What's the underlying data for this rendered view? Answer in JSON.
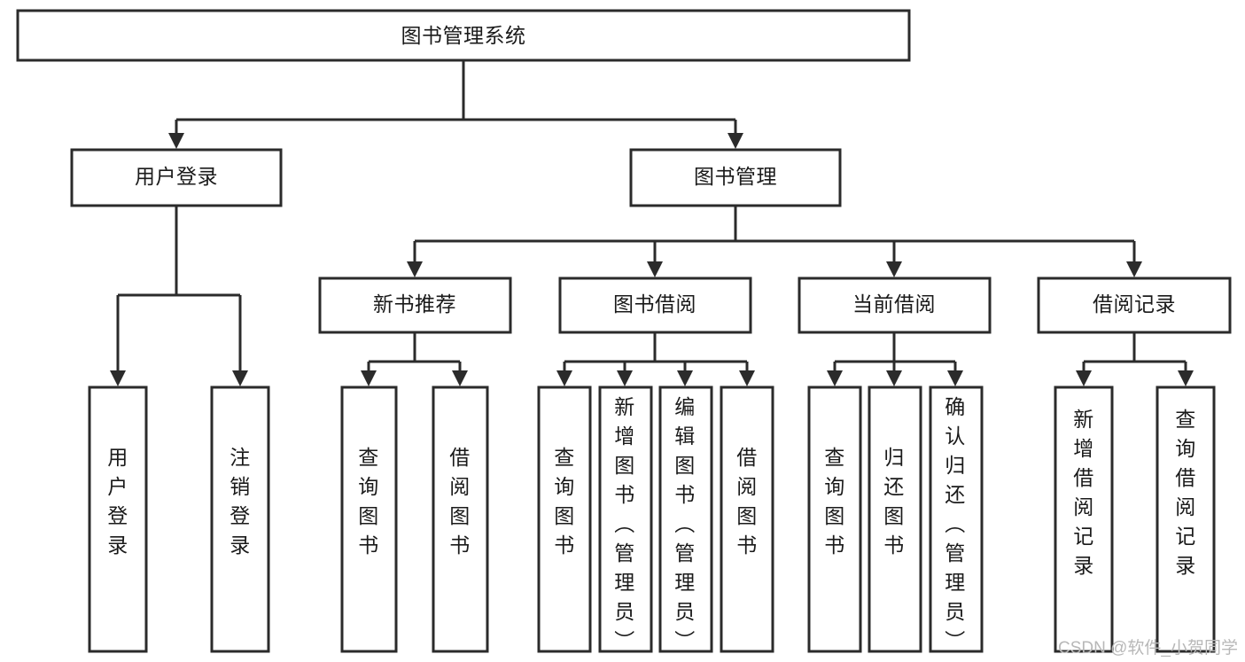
{
  "diagram": {
    "type": "tree-hierarchy-flowchart",
    "root": {
      "id": "root",
      "label": "图书管理系统"
    },
    "level2": [
      {
        "id": "user-login",
        "label": "用户登录"
      },
      {
        "id": "book-management",
        "label": "图书管理"
      }
    ],
    "level3": [
      {
        "id": "new-book-recommend",
        "label": "新书推荐",
        "parent": "book-management"
      },
      {
        "id": "book-borrow",
        "label": "图书借阅",
        "parent": "book-management"
      },
      {
        "id": "current-borrow",
        "label": "当前借阅",
        "parent": "book-management"
      },
      {
        "id": "borrow-record",
        "label": "借阅记录",
        "parent": "book-management"
      }
    ],
    "leaves": [
      {
        "id": "leaf-user-login",
        "label": "用户登录",
        "parent": "user-login"
      },
      {
        "id": "leaf-logout-login",
        "label": "注销登录",
        "parent": "user-login"
      },
      {
        "id": "leaf-query-book-1",
        "label": "查询图书",
        "parent": "new-book-recommend"
      },
      {
        "id": "leaf-borrow-book-1",
        "label": "借阅图书",
        "parent": "new-book-recommend"
      },
      {
        "id": "leaf-query-book-2",
        "label": "查询图书",
        "parent": "book-borrow"
      },
      {
        "id": "leaf-add-book",
        "label": "新增图书（管理员）",
        "parent": "book-borrow"
      },
      {
        "id": "leaf-edit-book",
        "label": "编辑图书（管理员）",
        "parent": "book-borrow"
      },
      {
        "id": "leaf-borrow-book-2",
        "label": "借阅图书",
        "parent": "book-borrow"
      },
      {
        "id": "leaf-query-book-3",
        "label": "查询图书",
        "parent": "current-borrow"
      },
      {
        "id": "leaf-return-book",
        "label": "归还图书",
        "parent": "current-borrow"
      },
      {
        "id": "leaf-confirm-return",
        "label": "确认归还（管理员）",
        "parent": "current-borrow"
      },
      {
        "id": "leaf-add-record",
        "label": "新增借阅记录",
        "parent": "borrow-record"
      },
      {
        "id": "leaf-query-record",
        "label": "查询借阅记录",
        "parent": "borrow-record"
      }
    ],
    "colors": {
      "box_stroke": "#2b2b2b",
      "box_fill": "#ffffff",
      "text": "#1a1a1a",
      "background": "#ffffff",
      "watermark": "#b8b8b8"
    }
  },
  "watermark": {
    "text": "CSDN @软件_小贺同学"
  }
}
